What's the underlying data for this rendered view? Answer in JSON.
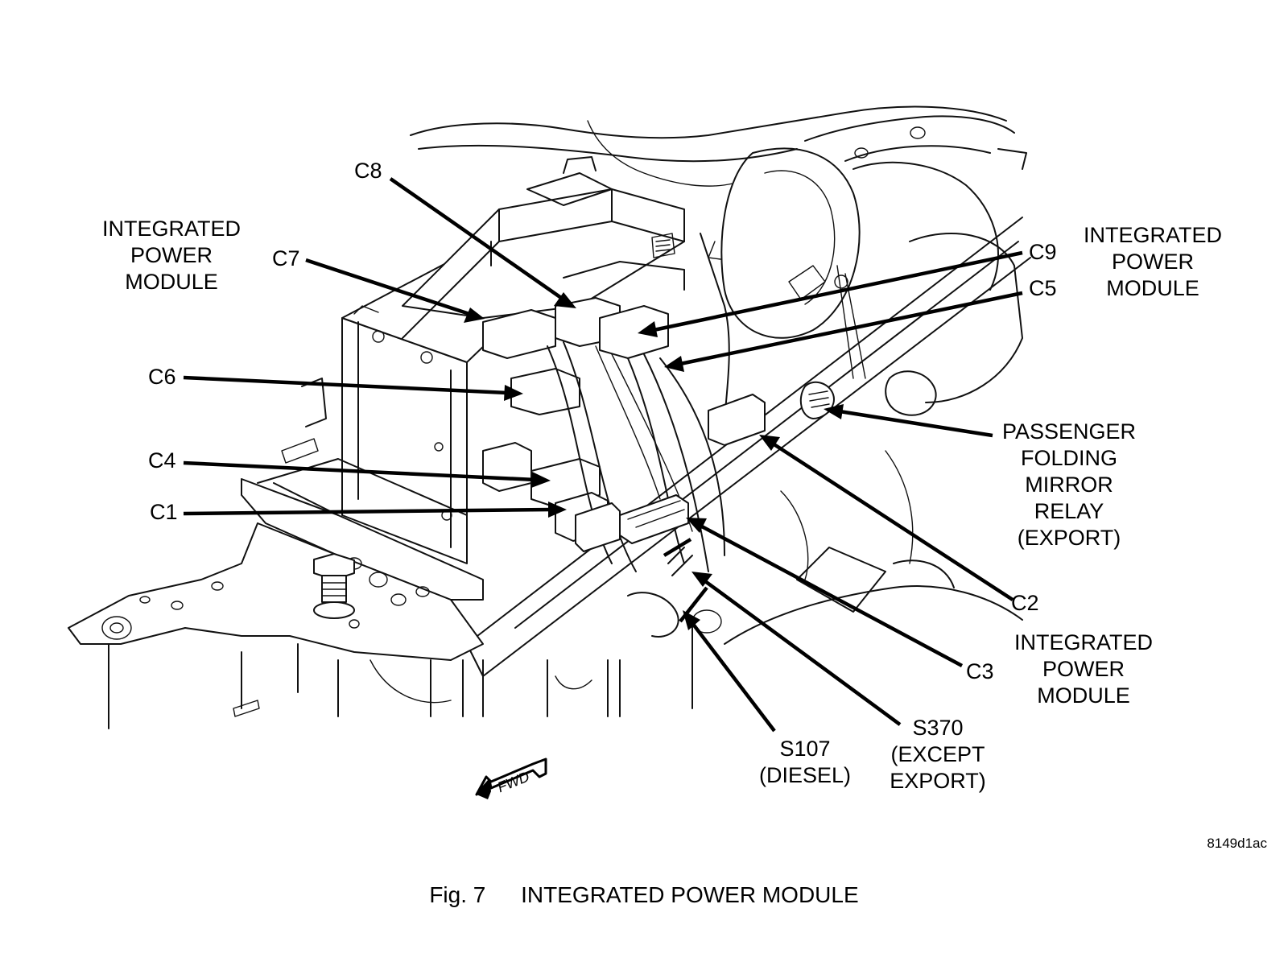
{
  "figure": {
    "number_label": "Fig. 7",
    "title": "INTEGRATED POWER MODULE",
    "image_code": "8149d1ac"
  },
  "labels": {
    "ipm_left": "INTEGRATED\nPOWER\nMODULE",
    "ipm_right": "INTEGRATED\nPOWER\nMODULE",
    "ipm_bottom": "INTEGRATED\nPOWER\nMODULE",
    "c1": "C1",
    "c2": "C2",
    "c3": "C3",
    "c4": "C4",
    "c5": "C5",
    "c6": "C6",
    "c7": "C7",
    "c8": "C8",
    "c9": "C9",
    "mirror_relay": "PASSENGER\nFOLDING\nMIRROR\nRELAY\n(EXPORT)",
    "s107": "S107\n(DIESEL)",
    "s370": "S370\n(EXCEPT\nEXPORT)",
    "fwd": "FWD"
  }
}
